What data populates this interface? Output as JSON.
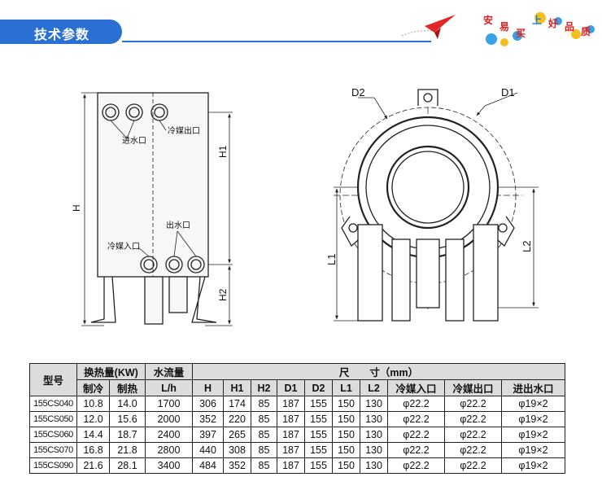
{
  "header": {
    "section_title": "技术参数",
    "slogan_chars": [
      "安",
      "易",
      "买",
      "上",
      "好",
      "品",
      "质"
    ]
  },
  "drawing": {
    "front_view": {
      "dim_H": "H",
      "dim_H1": "H1",
      "dim_H2": "H2",
      "label_water_in": "进水口",
      "label_refrigerant_out": "冷媒出口",
      "label_water_out": "出水口",
      "label_refrigerant_in": "冷媒入口"
    },
    "top_view": {
      "dim_D1": "D1",
      "dim_D2": "D2",
      "dim_L1": "L1",
      "dim_L2": "L2"
    }
  },
  "table": {
    "col_model": "型号",
    "col_heat": "换热量(KW)",
    "col_water": "水流量",
    "col_size": "尺　　寸（mm）",
    "sub_cool": "制冷",
    "sub_heat": "制热",
    "sub_flow_unit": "L/h",
    "dims": [
      "H",
      "H1",
      "H2",
      "D1",
      "D2",
      "L1",
      "L2",
      "冷媒入口",
      "冷媒出口",
      "进出水口"
    ],
    "rows": [
      [
        "155CS040",
        "10.8",
        "14.0",
        "1700",
        "306",
        "174",
        "85",
        "187",
        "155",
        "150",
        "130",
        "φ22.2",
        "φ22.2",
        "φ19×2"
      ],
      [
        "155CS050",
        "12.0",
        "15.6",
        "2000",
        "352",
        "220",
        "85",
        "187",
        "155",
        "150",
        "130",
        "φ22.2",
        "φ22.2",
        "φ19×2"
      ],
      [
        "155CS060",
        "14.4",
        "18.7",
        "2400",
        "397",
        "265",
        "85",
        "187",
        "155",
        "150",
        "130",
        "φ22.2",
        "φ22.2",
        "φ19×2"
      ],
      [
        "155CS070",
        "16.8",
        "21.8",
        "2800",
        "440",
        "308",
        "85",
        "187",
        "155",
        "150",
        "130",
        "φ22.2",
        "φ22.2",
        "φ19×2"
      ],
      [
        "155CS090",
        "21.6",
        "28.1",
        "3400",
        "484",
        "352",
        "85",
        "187",
        "155",
        "150",
        "130",
        "φ22.2",
        "φ22.2",
        "φ19×2"
      ]
    ]
  },
  "colors": {
    "accent_blue": "#2a6fd4",
    "header_gray": "#dcdcdc",
    "slogan_red": "#e02020"
  }
}
